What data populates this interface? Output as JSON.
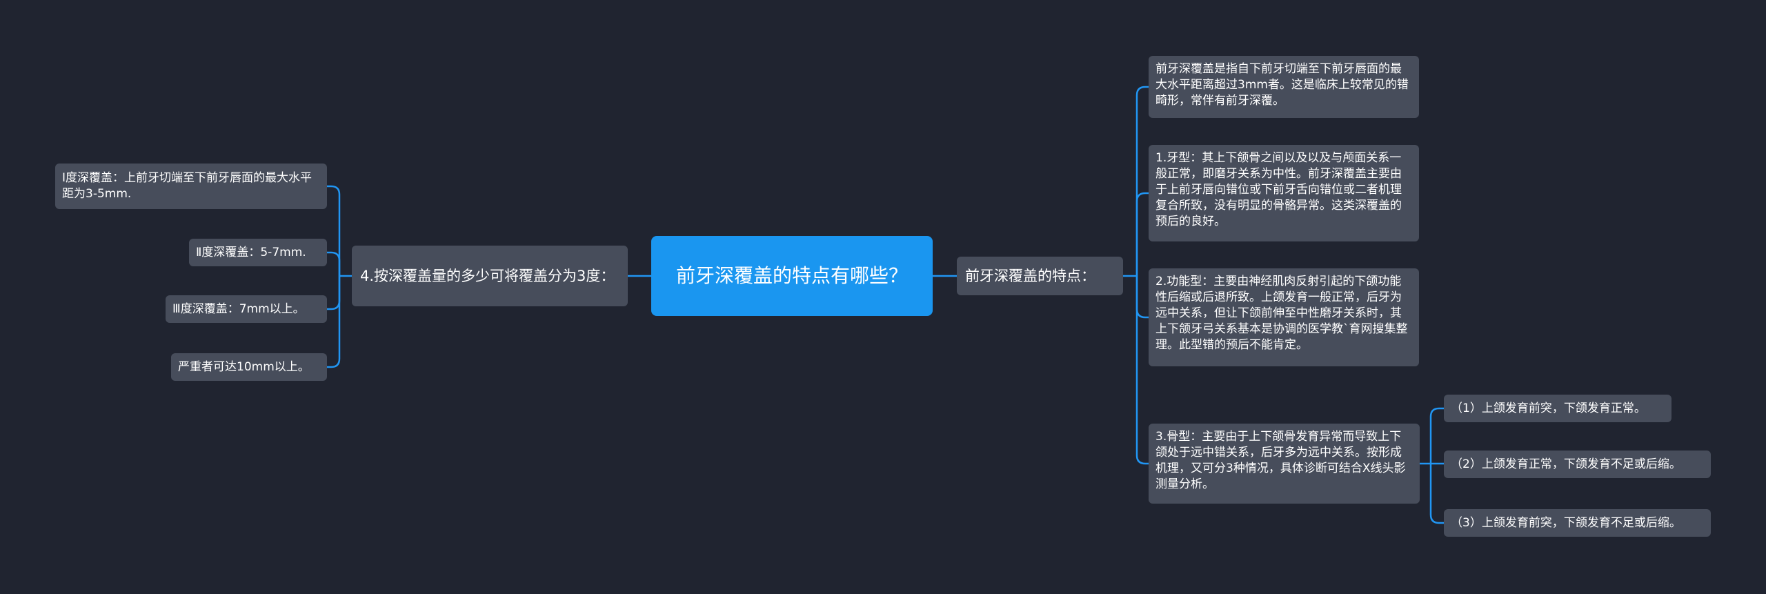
{
  "root": {
    "title": "前牙深覆盖的特点有哪些？"
  },
  "right": {
    "topic": "前牙深覆盖的特点：",
    "items": [
      {
        "text": "前牙深覆盖是指自下前牙切端至下前牙唇面的最大水平距离超过3mm者。这是临床上较常见的错畸形，常伴有前牙深覆。"
      },
      {
        "text": "1.牙型：其上下颌骨之间以及以及与颅面关系一般正常，即磨牙关系为中性。前牙深覆盖主要由于上前牙唇向错位或下前牙舌向错位或二者机理复合所致，没有明显的骨骼异常。这类深覆盖的预后的良好。"
      },
      {
        "text": "2.功能型：主要由神经肌肉反射引起的下颌功能性后缩或后退所致。上颌发育一般正常，后牙为远中关系，但让下颌前伸至中性磨牙关系时，其上下颌牙弓关系基本是协调的医学教`育网搜集整理。此型错的预后不能肯定。"
      },
      {
        "text": "3.骨型：主要由于上下颌骨发育异常而导致上下颌处于远中错关系，后牙多为远中关系。按形成机理，又可分3种情况，具体诊断可结合X线头影测量分析。"
      }
    ],
    "subitems": [
      {
        "text": "（1）上颌发育前突，下颌发育正常。"
      },
      {
        "text": "（2）上颌发育正常，下颌发育不足或后缩。"
      },
      {
        "text": "（3）上颌发育前突，下颌发育不足或后缩。"
      }
    ]
  },
  "left": {
    "topic": "4.按深覆盖量的多少可将覆盖分为3度：",
    "items": [
      {
        "text": "Ⅰ度深覆盖：上前牙切端至下前牙唇面的最大水平距为3-5mm."
      },
      {
        "text": "Ⅱ度深覆盖：5-7mm."
      },
      {
        "text": "Ⅲ度深覆盖：7mm以上。"
      },
      {
        "text": "严重者可达10mm以上。"
      }
    ]
  },
  "colors": {
    "background": "#202430",
    "root": "#1a96f0",
    "node": "#474d5b",
    "link": "#2196f3",
    "text": "#ffffff"
  }
}
